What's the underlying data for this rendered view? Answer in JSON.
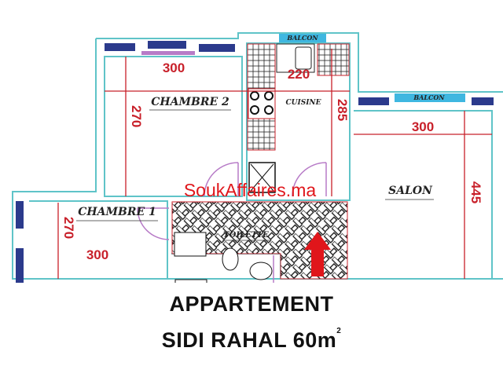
{
  "plan": {
    "rooms": {
      "chambre2": "CHAMBRE 2",
      "chambre1": "CHAMBRE 1",
      "cuisine": "CUISINE",
      "salon": "SALON",
      "toilette": "TOILETTE",
      "balcon1": "BALCON",
      "balcon2": "BALCON"
    },
    "dimensions": {
      "ch2_width": "300",
      "ch2_height": "270",
      "cuisine_width": "220",
      "cuisine_height": "285",
      "salon_width": "300",
      "salon_height": "445",
      "ch1_width": "300",
      "ch1_height": "270"
    },
    "watermark": "SoukAffaires.ma",
    "colors": {
      "wall": "#5fc4c8",
      "dimension": "#c8202a",
      "window": "#2b3a8c",
      "arrow": "#e0161b"
    }
  },
  "caption": {
    "line1": "APPARTEMENT",
    "line2": "SIDI RAHAL  60m",
    "superscript": "2"
  }
}
